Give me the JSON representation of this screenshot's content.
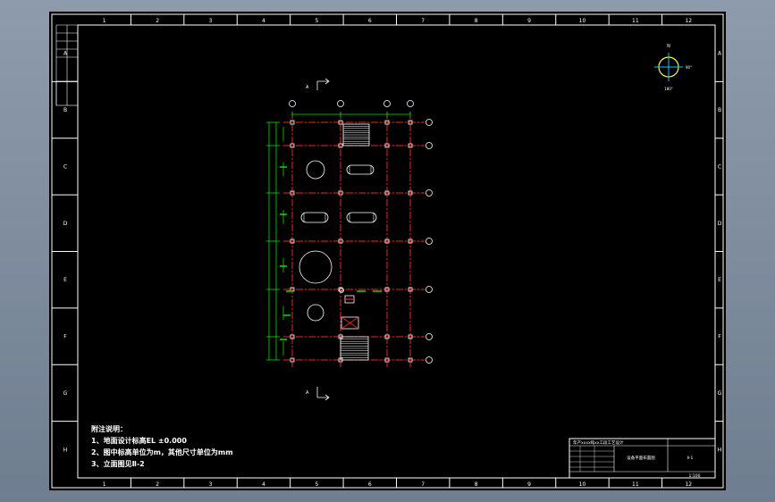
{
  "border": {
    "columns": [
      "1",
      "2",
      "3",
      "4",
      "5",
      "6",
      "7",
      "8",
      "9",
      "10",
      "11",
      "12"
    ],
    "rows": [
      "A",
      "B",
      "C",
      "D",
      "E",
      "F",
      "G",
      "H"
    ]
  },
  "compass": {
    "north": "N",
    "east": "90°",
    "south": "180°"
  },
  "section_marks": {
    "top": "A",
    "bottom": "A"
  },
  "notes": {
    "heading": "附注说明：",
    "items": [
      "1、地面设计标高EL ±0.000",
      "2、图中标高单位为m，其他尺寸单位为mm",
      "3、立面图见Ⅱ-2"
    ]
  },
  "title_block": {
    "project": "年产xxxx吨xx工段工艺设计",
    "drawing_title": "设备平面布置图",
    "drawing_no": "Ⅱ-1",
    "scale": "1:100"
  },
  "colors": {
    "background": "#000000",
    "frame": "#ffffff",
    "gridline": "#ff2020",
    "dimension": "#00e000",
    "equipment": "#ffffff",
    "compass_ring": "#ffff00",
    "compass_cross": "#00c8ff"
  }
}
